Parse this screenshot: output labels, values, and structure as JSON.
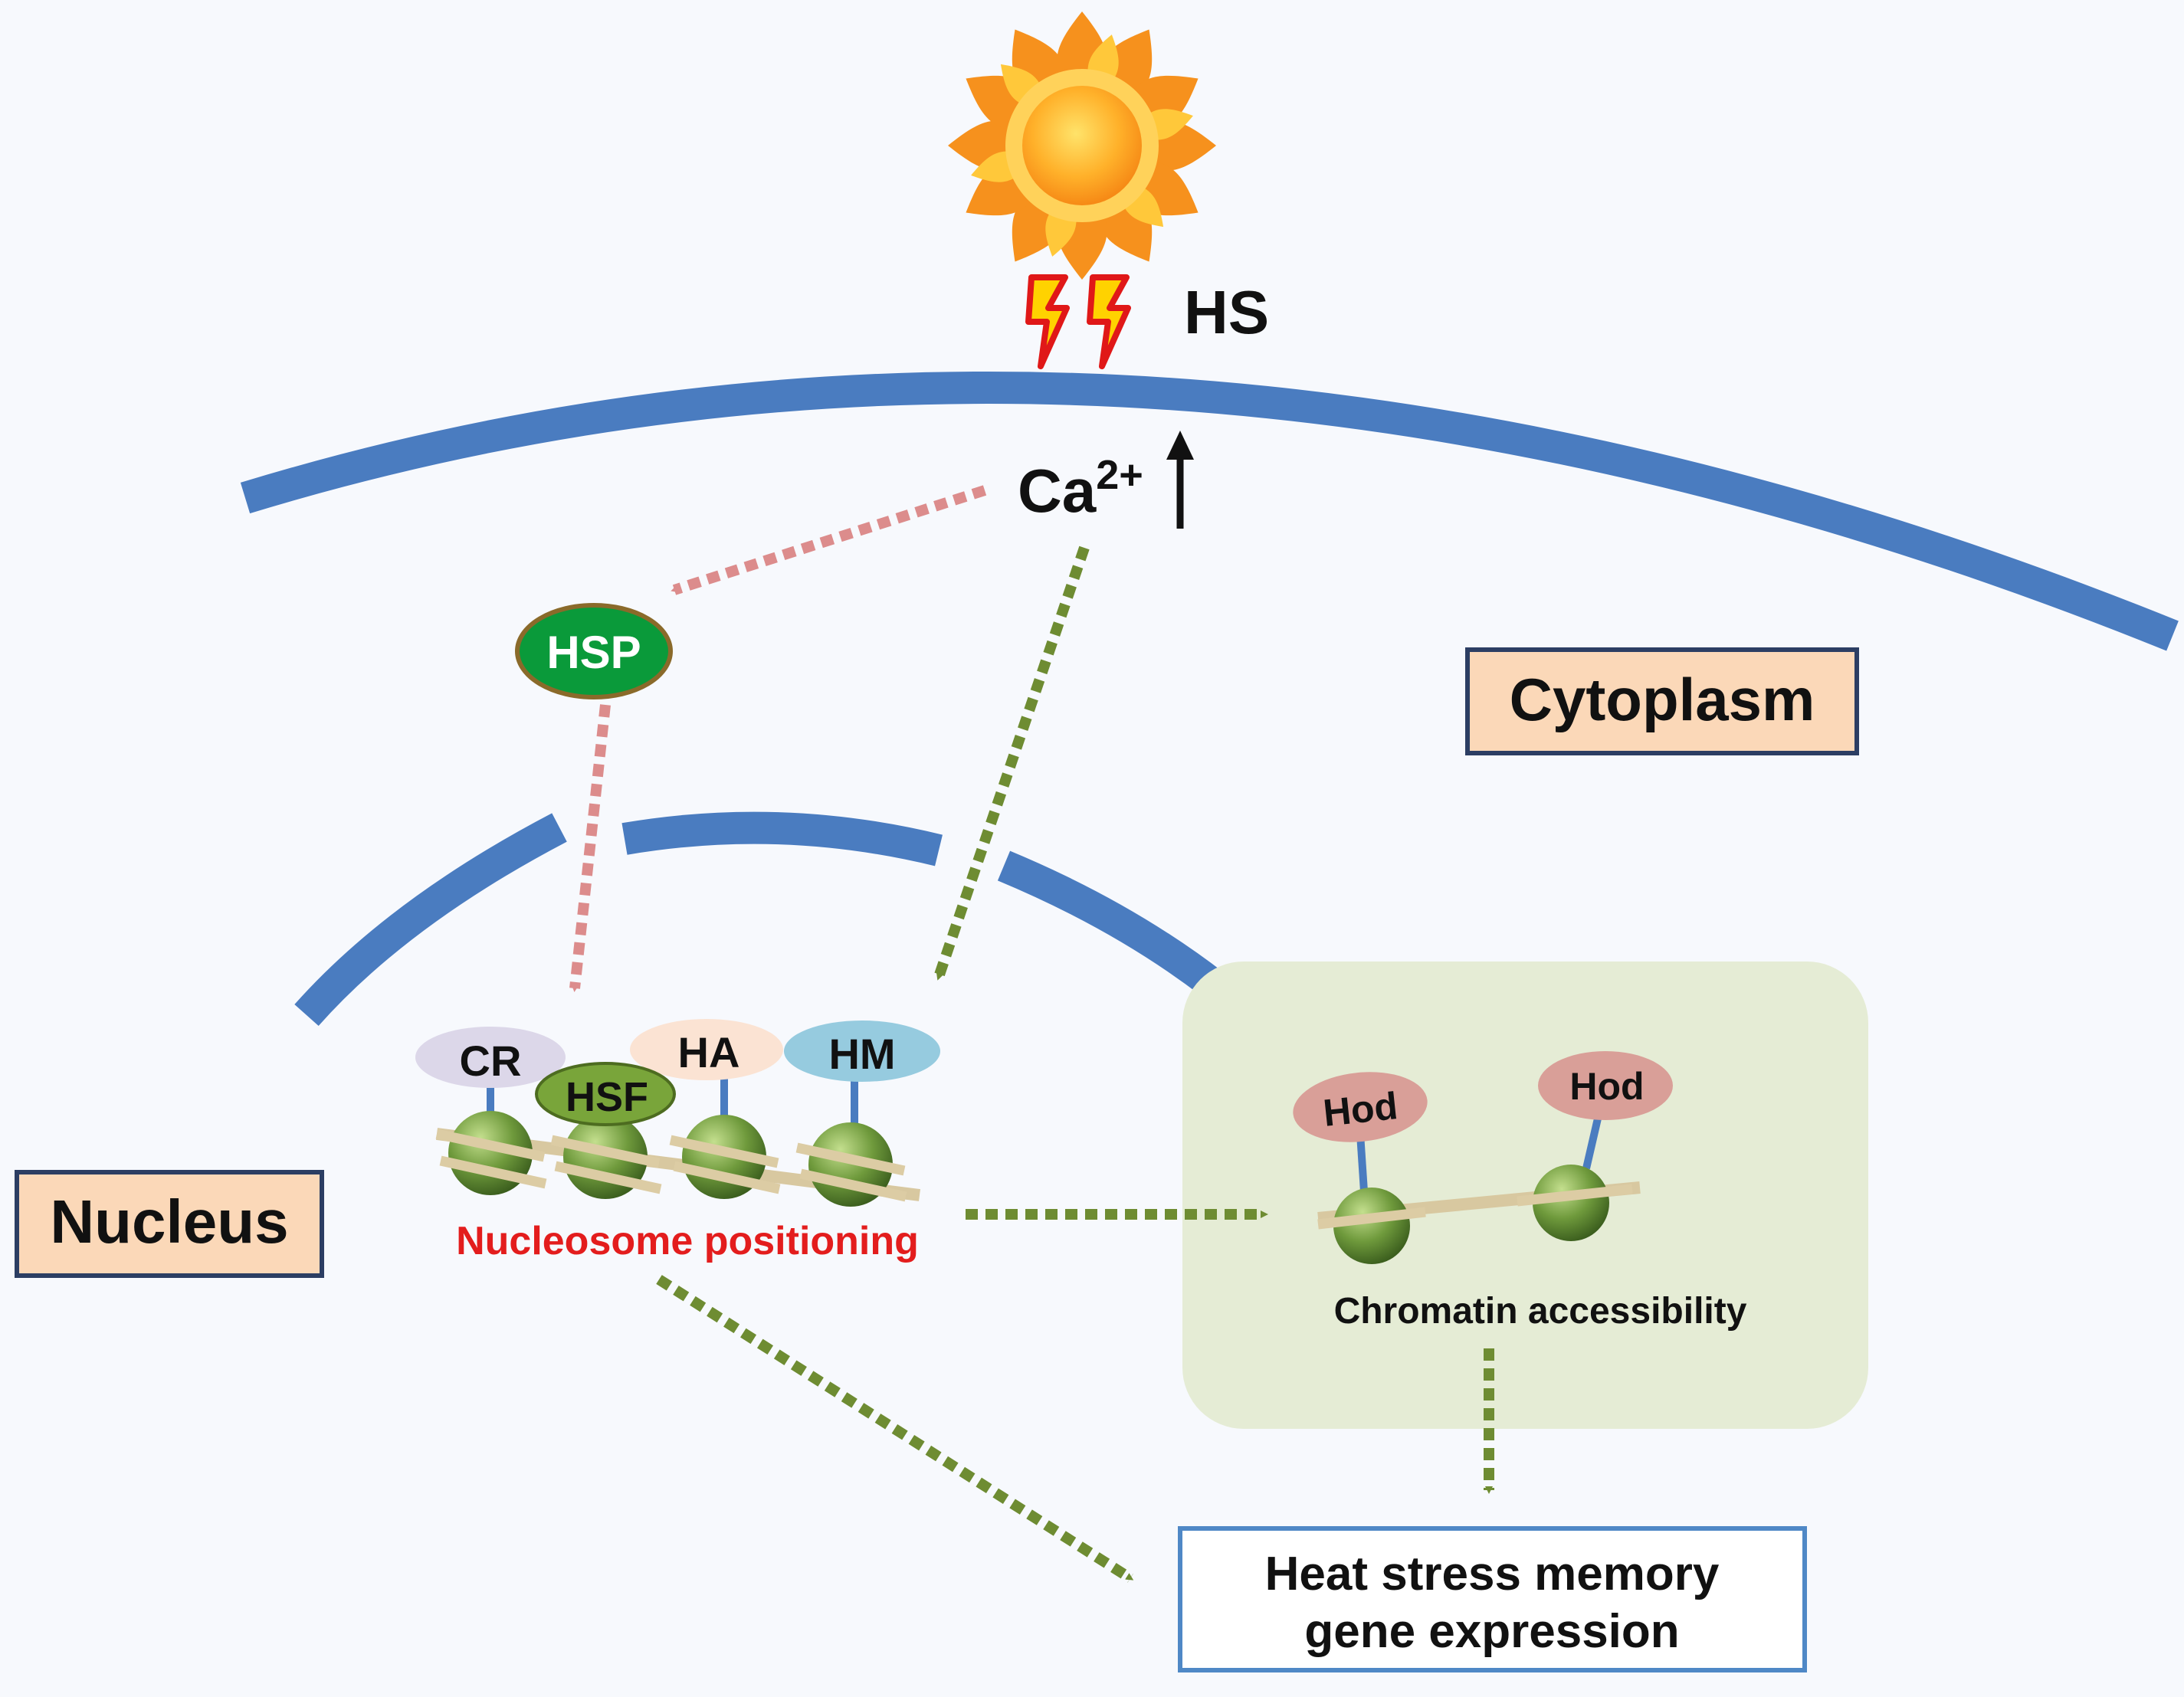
{
  "labels": {
    "hs": "HS",
    "ca_base": "Ca",
    "ca_charge": "2+",
    "hsp": "HSP",
    "cytoplasm": "Cytoplasm",
    "nucleus": "Nucleus",
    "cr": "CR",
    "hsf": "HSF",
    "ha": "HA",
    "hm": "HM",
    "hod_1": "Hod",
    "hod_2": "Hod",
    "nucleosome_positioning": "Nucleosome positioning",
    "chromatin_accessibility": "Chromatin accessibility",
    "output_line1": "Heat stress memory",
    "output_line2": "gene expression"
  },
  "colors": {
    "membrane": "#4a7cc0",
    "pink_arrow": "#dc8c8c",
    "green_arrow": "#6e8c32",
    "hsp_fill": "#0a9a3a",
    "label_box_fill": "#fbd8b8",
    "label_box_border": "#2c3e63",
    "chromatin_panel": "#e5ecd5",
    "nucleosome_text": "#e31d1d",
    "output_border": "#4f88c6",
    "cr_fill": "#dcd7e9",
    "hsf_fill": "#79a53a",
    "ha_fill": "#fbe3d3",
    "hm_fill": "#96cbdf",
    "hod_fill": "#d99f98"
  },
  "icons": [
    "sun-icon",
    "lightning-icon",
    "up-arrow-icon",
    "nucleosome-icon"
  ]
}
